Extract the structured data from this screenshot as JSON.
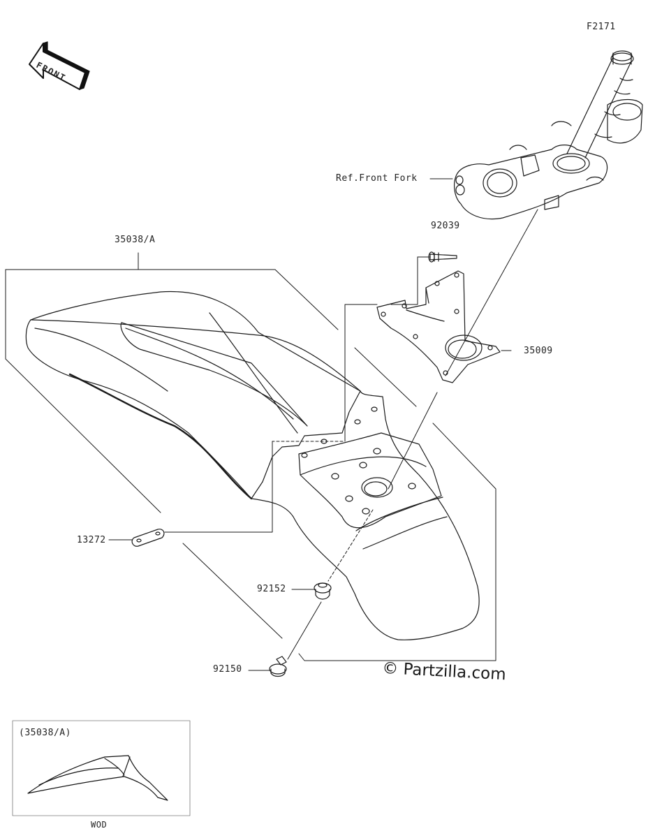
{
  "diagram": {
    "figure_code": "F2171",
    "front_arrow_text": "FRONT",
    "labels": {
      "ref_front_fork": "Ref.Front Fork",
      "fender": "35038/A",
      "rivet": "92039",
      "bracket": "35009",
      "plate": "13272",
      "collar": "92152",
      "bolt": "92150"
    },
    "watermark": "© Partzilla.com",
    "inset": {
      "title": "(35038/A)",
      "caption": "WOD"
    }
  }
}
